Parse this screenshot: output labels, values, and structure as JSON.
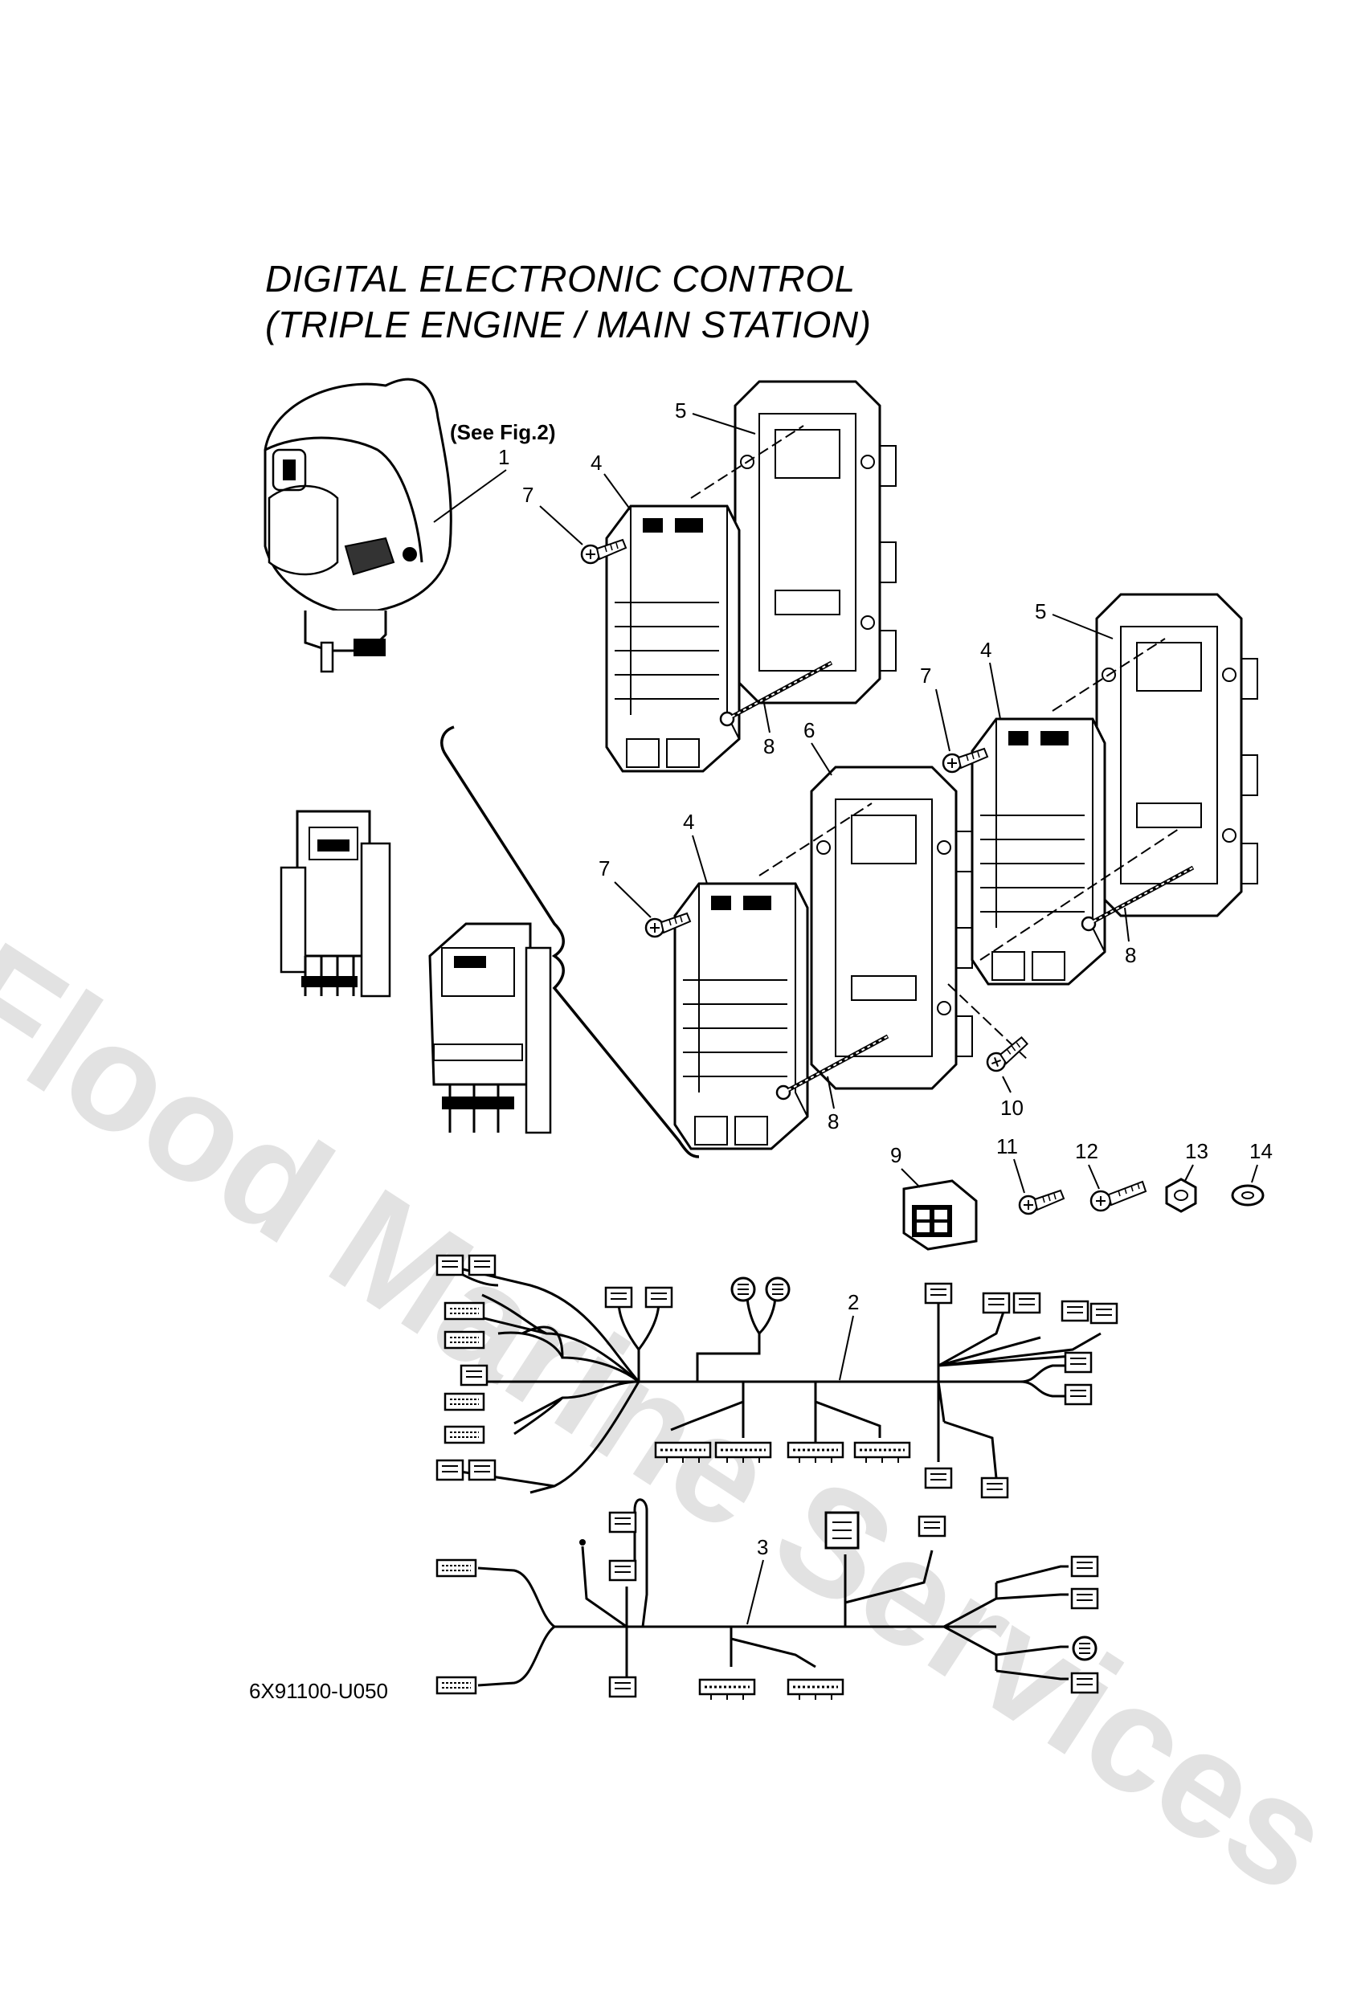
{
  "title": {
    "line1": "DIGITAL ELECTRONIC CONTROL",
    "line2": "(TRIPLE ENGINE / MAIN STATION)"
  },
  "reference_code": "6X91100-U050",
  "watermark": "Flood Marine Services",
  "callouts": {
    "see_fig": "(See Fig.2)",
    "p1": "1",
    "p2": "2",
    "p3": "3",
    "p4a": "4",
    "p4b": "4",
    "p4c": "4",
    "p5a": "5",
    "p5b": "5",
    "p6": "6",
    "p7a": "7",
    "p7b": "7",
    "p7c": "7",
    "p8a": "8",
    "p8b": "8",
    "p8c": "8",
    "p9": "9",
    "p10": "10",
    "p11": "11",
    "p12": "12",
    "p13": "13",
    "p14": "14"
  }
}
